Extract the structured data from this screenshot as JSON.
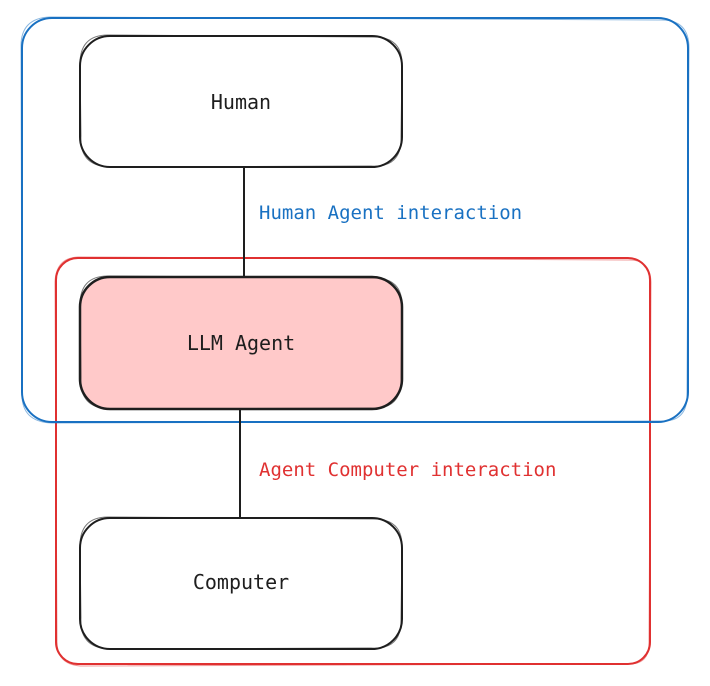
{
  "diagram": {
    "nodes": {
      "human": {
        "label": "Human",
        "fill": "#ffffff",
        "stroke": "#1e1e1e"
      },
      "agent": {
        "label": "LLM Agent",
        "fill": "#ffc9c9",
        "stroke": "#1e1e1e"
      },
      "computer": {
        "label": "Computer",
        "fill": "#ffffff",
        "stroke": "#1e1e1e"
      }
    },
    "groups": {
      "human_agent": {
        "label": "Human Agent interaction",
        "color": "#1971c2"
      },
      "agent_computer": {
        "label": "Agent Computer interaction",
        "color": "#e03131"
      }
    },
    "edges": [
      {
        "from": "Human",
        "to": "LLM Agent"
      },
      {
        "from": "LLM Agent",
        "to": "Computer"
      }
    ]
  }
}
